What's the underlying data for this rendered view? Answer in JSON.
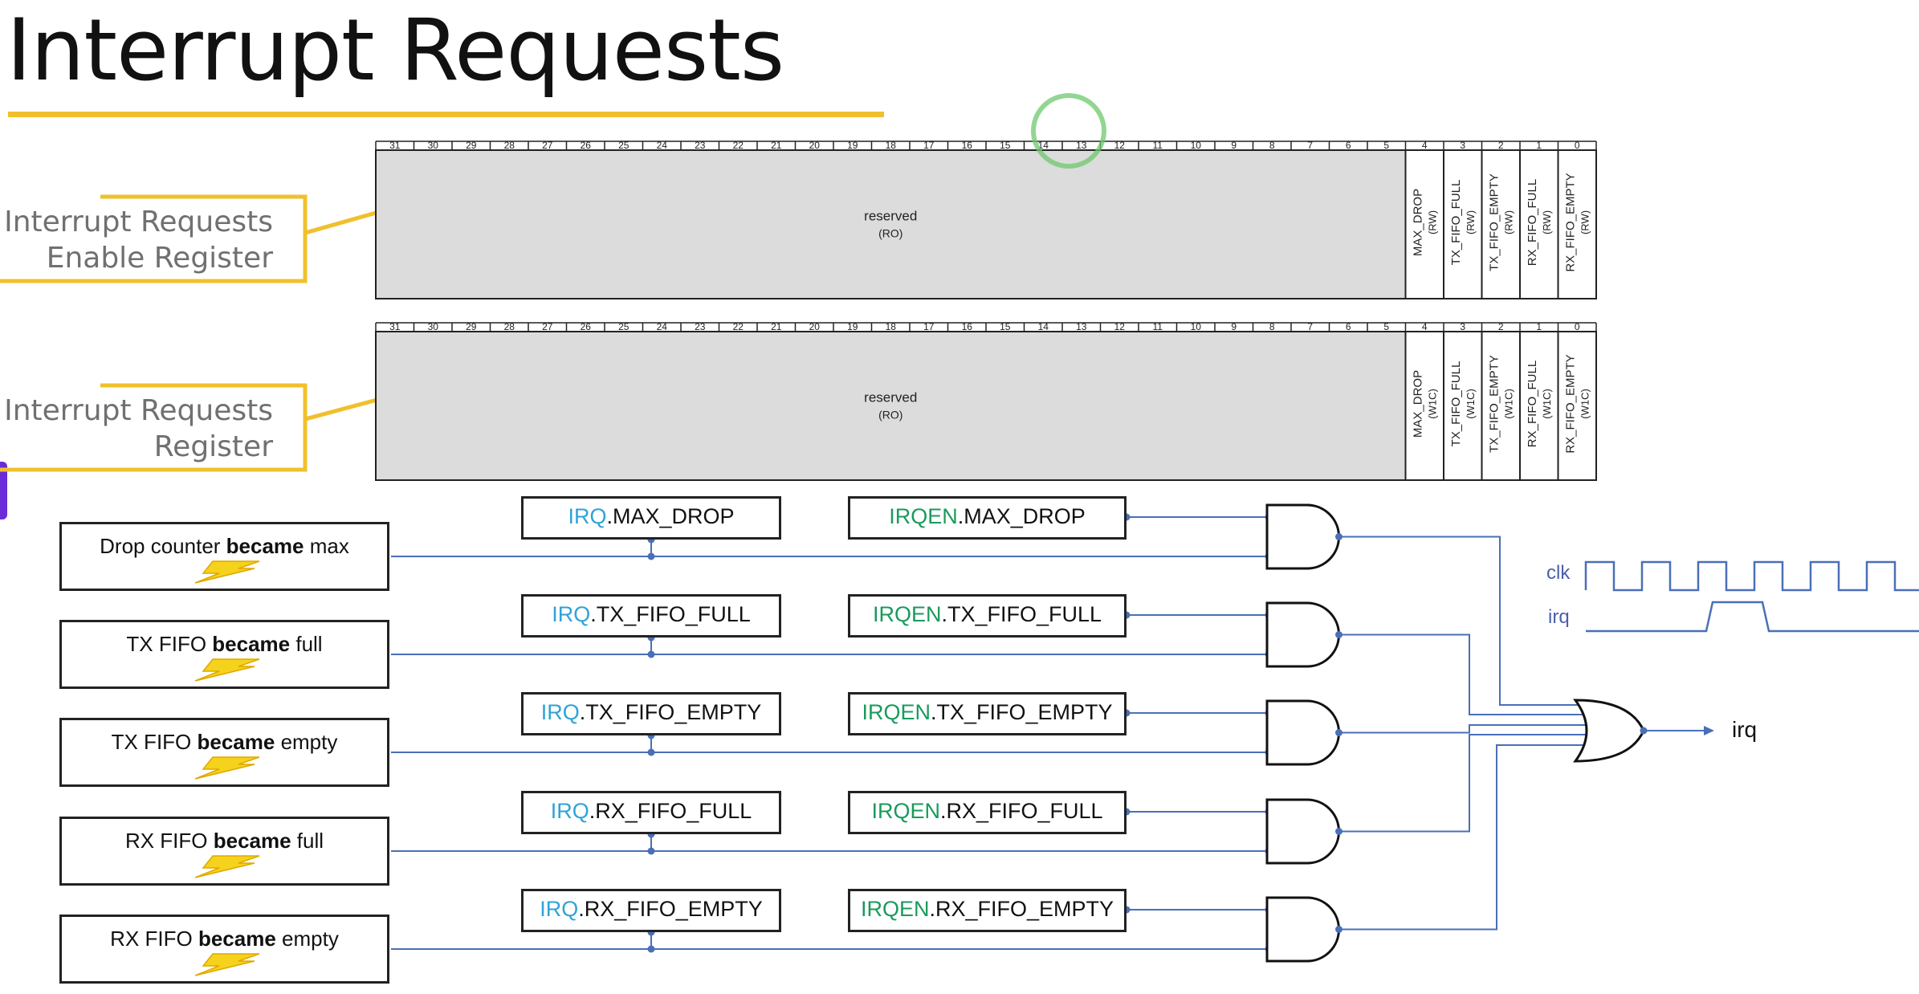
{
  "title": "Interrupt Requests",
  "colors": {
    "accent": "#f0c02c",
    "irq_prefix": "#2ea3d8",
    "irqen_prefix": "#1a9a5c",
    "wire": "#4a6fb8",
    "reserved_fill": "#dcdcdc"
  },
  "registers": [
    {
      "label_line1": "Interrupt Requests",
      "label_line2": "Enable Register",
      "bit_numbers": [
        "31",
        "30",
        "29",
        "28",
        "27",
        "26",
        "25",
        "24",
        "23",
        "22",
        "21",
        "20",
        "19",
        "18",
        "17",
        "16",
        "15",
        "14",
        "13",
        "12",
        "11",
        "10",
        "9",
        "8",
        "7",
        "6",
        "5",
        "4",
        "3",
        "2",
        "1",
        "0"
      ],
      "reserved_name": "reserved",
      "reserved_access": "(RO)",
      "fields": [
        {
          "name": "MAX_DROP",
          "access": "(RW)"
        },
        {
          "name": "TX_FIFO_FULL",
          "access": "(RW)"
        },
        {
          "name": "TX_FIFO_EMPTY",
          "access": "(RW)"
        },
        {
          "name": "RX_FIFO_FULL",
          "access": "(RW)"
        },
        {
          "name": "RX_FIFO_EMPTY",
          "access": "(RW)"
        }
      ]
    },
    {
      "label_line1": "Interrupt Requests",
      "label_line2": "Register",
      "bit_numbers": [
        "31",
        "30",
        "29",
        "28",
        "27",
        "26",
        "25",
        "24",
        "23",
        "22",
        "21",
        "20",
        "19",
        "18",
        "17",
        "16",
        "15",
        "14",
        "13",
        "12",
        "11",
        "10",
        "9",
        "8",
        "7",
        "6",
        "5",
        "4",
        "3",
        "2",
        "1",
        "0"
      ],
      "reserved_name": "reserved",
      "reserved_access": "(RO)",
      "fields": [
        {
          "name": "MAX_DROP",
          "access": "(W1C)"
        },
        {
          "name": "TX_FIFO_FULL",
          "access": "(W1C)"
        },
        {
          "name": "TX_FIFO_EMPTY",
          "access": "(W1C)"
        },
        {
          "name": "RX_FIFO_FULL",
          "access": "(W1C)"
        },
        {
          "name": "RX_FIFO_EMPTY",
          "access": "(W1C)"
        }
      ]
    }
  ],
  "rows": [
    {
      "event_pre": "Drop counter ",
      "event_bold": "became",
      "event_post": " max",
      "irq_prefix": "IRQ",
      "irqen_prefix": "IRQEN",
      "suffix": ".MAX_DROP"
    },
    {
      "event_pre": "TX FIFO ",
      "event_bold": "became",
      "event_post": " full",
      "irq_prefix": "IRQ",
      "irqen_prefix": "IRQEN",
      "suffix": ".TX_FIFO_FULL"
    },
    {
      "event_pre": "TX FIFO ",
      "event_bold": "became",
      "event_post": " empty",
      "irq_prefix": "IRQ",
      "irqen_prefix": "IRQEN",
      "suffix": ".TX_FIFO_EMPTY"
    },
    {
      "event_pre": "RX FIFO ",
      "event_bold": "became",
      "event_post": " full",
      "irq_prefix": "IRQ",
      "irqen_prefix": "IRQEN",
      "suffix": ".RX_FIFO_FULL"
    },
    {
      "event_pre": "RX FIFO ",
      "event_bold": "became",
      "event_post": " empty",
      "irq_prefix": "IRQ",
      "irqen_prefix": "IRQEN",
      "suffix": ".RX_FIFO_EMPTY"
    }
  ],
  "waveform": {
    "clk_label": "clk",
    "irq_label": "irq"
  },
  "output_label": "irq"
}
